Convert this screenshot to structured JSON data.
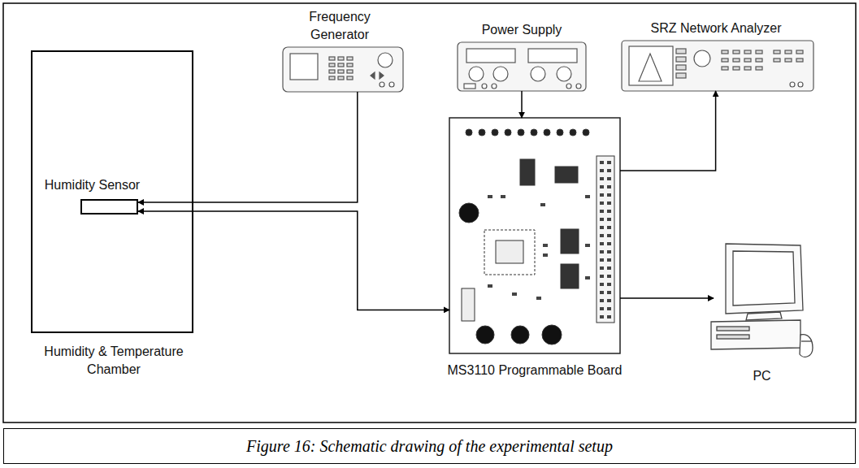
{
  "diagram": {
    "caption": "Figure 16: Schematic drawing of the experimental setup",
    "nodes": [
      {
        "text": [
          "Humidity & Temperature Chamber"
        ]
      },
      {
        "text": [
          "Humidity Sensor"
        ],
        "in": 0
      },
      {
        "text": [
          "Frequency Generator"
        ]
      },
      {
        "text": [
          "Power Supply"
        ]
      },
      {
        "text": [
          "SRZ Network Analyzer"
        ]
      },
      {
        "text": [
          "MS3110 Programmable Board"
        ]
      },
      {
        "text": [
          "PC"
        ]
      }
    ],
    "edges": [
      {
        "from": 2,
        "to": 1,
        "arrow": "to"
      },
      {
        "from": 1,
        "to": 5,
        "arrow": "both"
      },
      {
        "from": 3,
        "to": 5,
        "arrow": "to"
      },
      {
        "from": 5,
        "to": 4,
        "arrow": "to"
      },
      {
        "from": 5,
        "to": 6,
        "arrow": "to"
      }
    ]
  }
}
